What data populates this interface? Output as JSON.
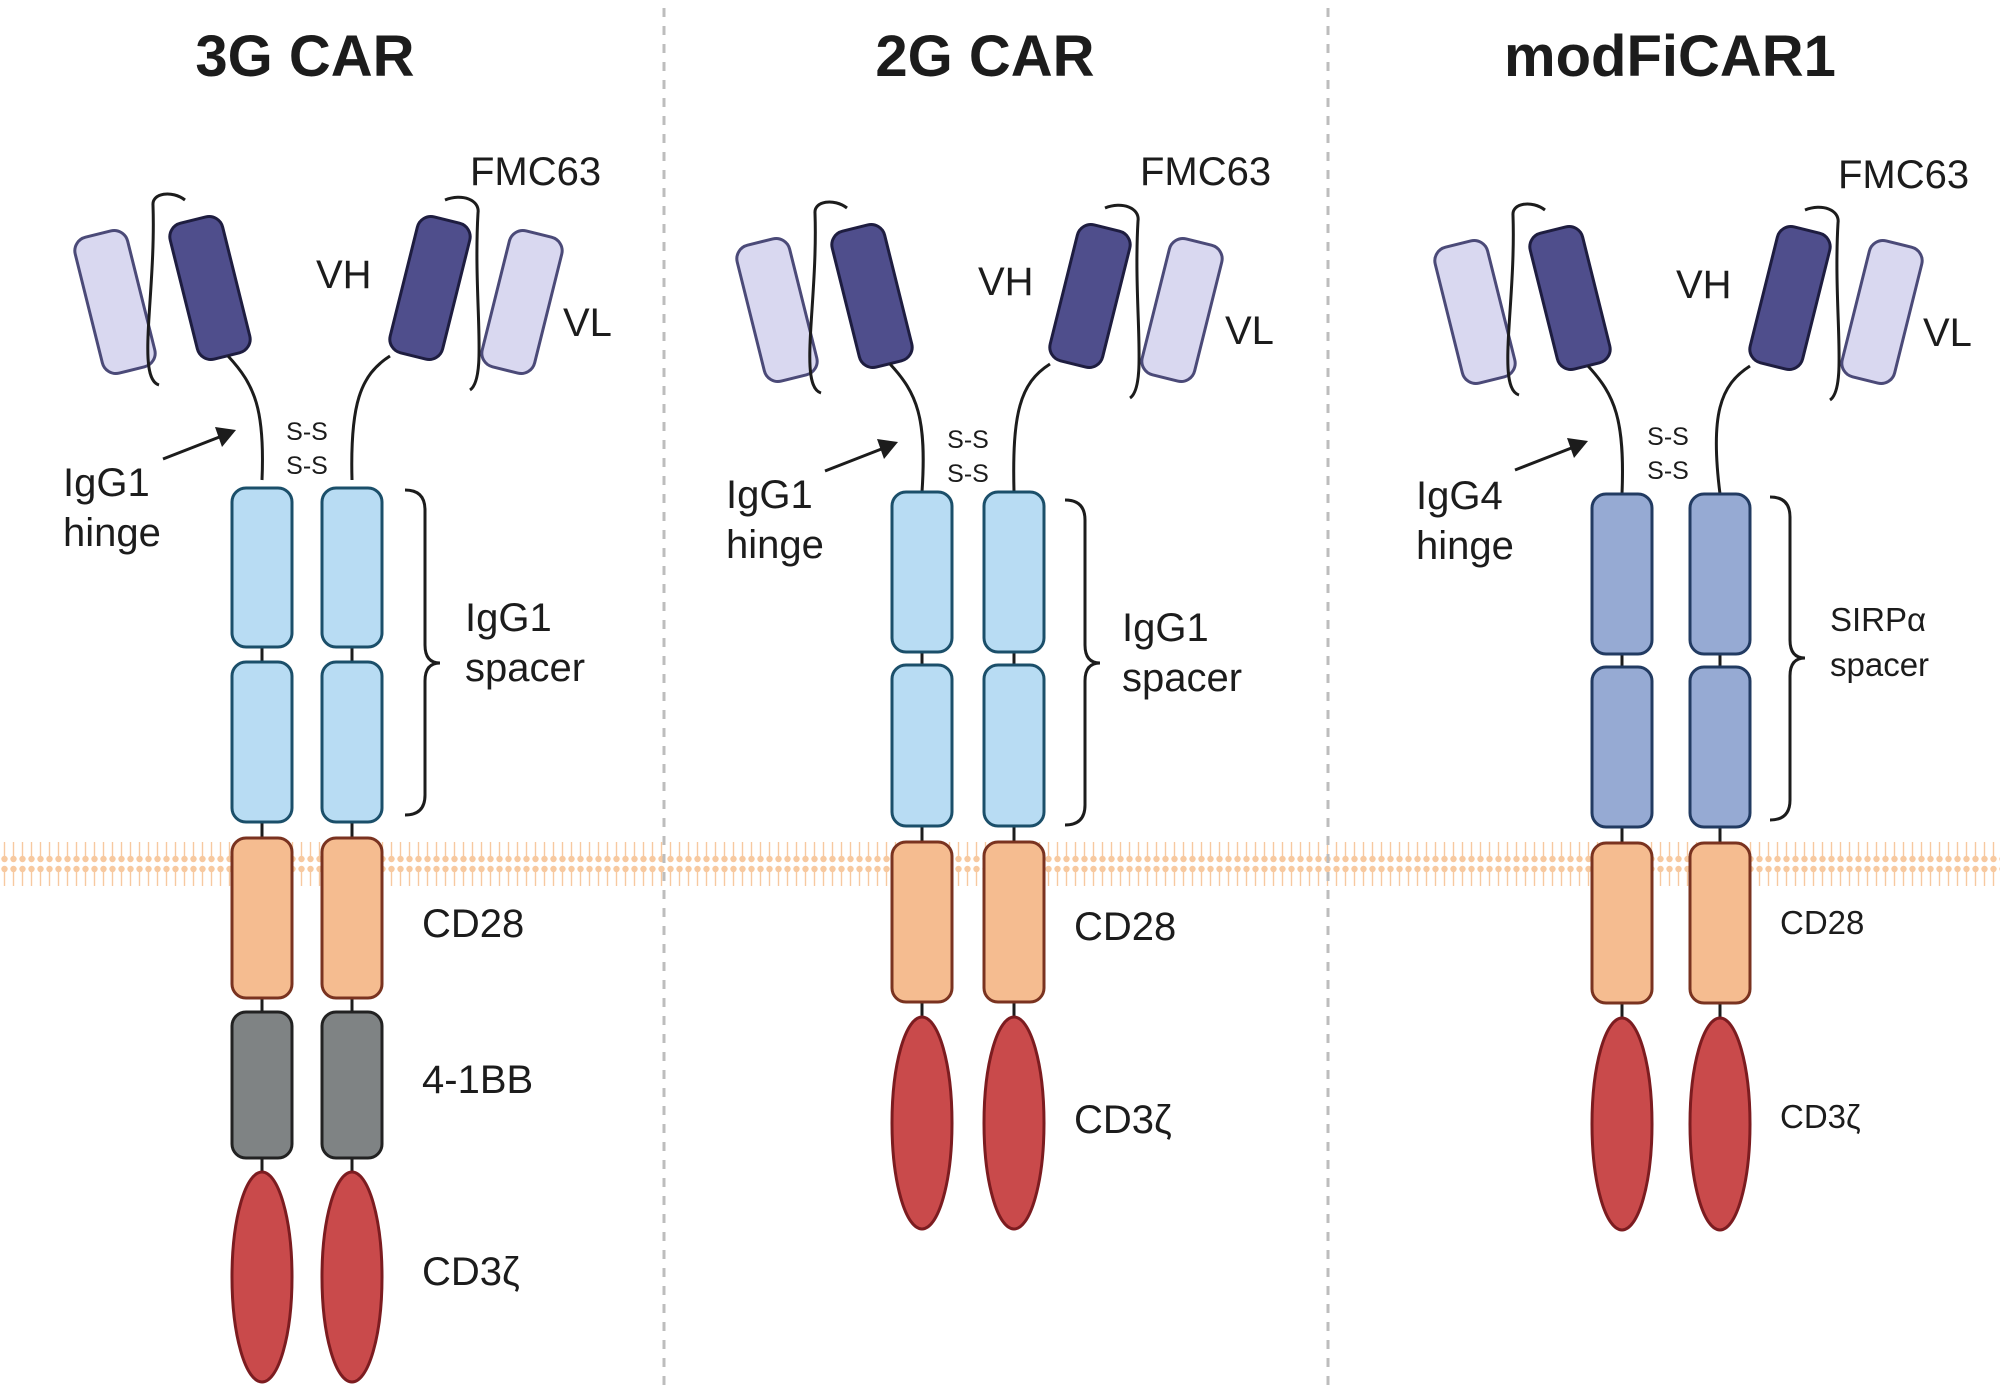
{
  "colors": {
    "vh": "#4f4e8c",
    "vl": "#d9d8f0",
    "igg1_spacer": "#b8dcf3",
    "sirpa_spacer": "#96aad3",
    "cd28": "#f5bc90",
    "bb41": "#7f8384",
    "cd3z": "#c94a4b",
    "membrane": "#f7c9a0"
  },
  "panels": [
    {
      "title": "3G CAR",
      "scfv": "FMC63",
      "vh": "VH",
      "vl": "VL",
      "disulfide": "S-S",
      "hinge_line1": "IgG1",
      "hinge_line2": "hinge",
      "spacer_line1": "IgG1",
      "spacer_line2": "spacer",
      "costim1": "CD28",
      "costim2": "4-1BB",
      "signal": "CD3ζ"
    },
    {
      "title": "2G CAR",
      "scfv": "FMC63",
      "vh": "VH",
      "vl": "VL",
      "disulfide": "S-S",
      "hinge_line1": "IgG1",
      "hinge_line2": "hinge",
      "spacer_line1": "IgG1",
      "spacer_line2": "spacer",
      "costim1": "CD28",
      "signal": "CD3ζ"
    },
    {
      "title": "modFiCAR1",
      "scfv": "FMC63",
      "vh": "VH",
      "vl": "VL",
      "disulfide": "S-S",
      "hinge_line1": "IgG4",
      "hinge_line2": "hinge",
      "spacer_line1": "SIRPα",
      "spacer_line2": "spacer",
      "costim1": "CD28",
      "signal": "CD3ζ"
    }
  ]
}
